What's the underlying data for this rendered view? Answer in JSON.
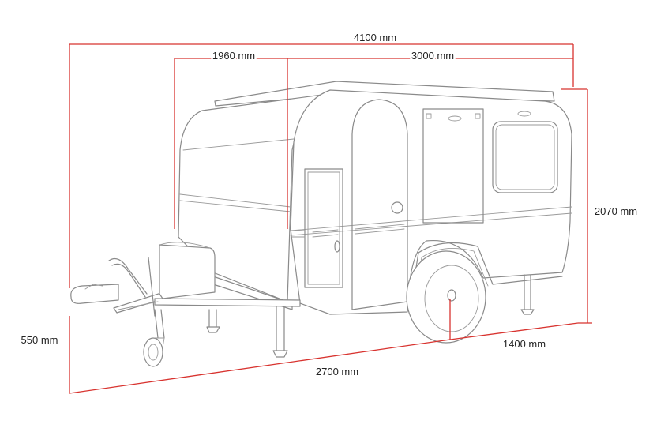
{
  "dimensions": {
    "overall_length": "4100 mm",
    "tongue_length": "1960 mm",
    "body_length": "3000 mm",
    "height": "2070 mm",
    "ground_clearance": "550 mm",
    "width": "1400 mm",
    "body_width": "2700 mm"
  },
  "colors": {
    "dimension_line": "#d8332f",
    "outline": "#8a8a8a",
    "text": "#222222"
  }
}
